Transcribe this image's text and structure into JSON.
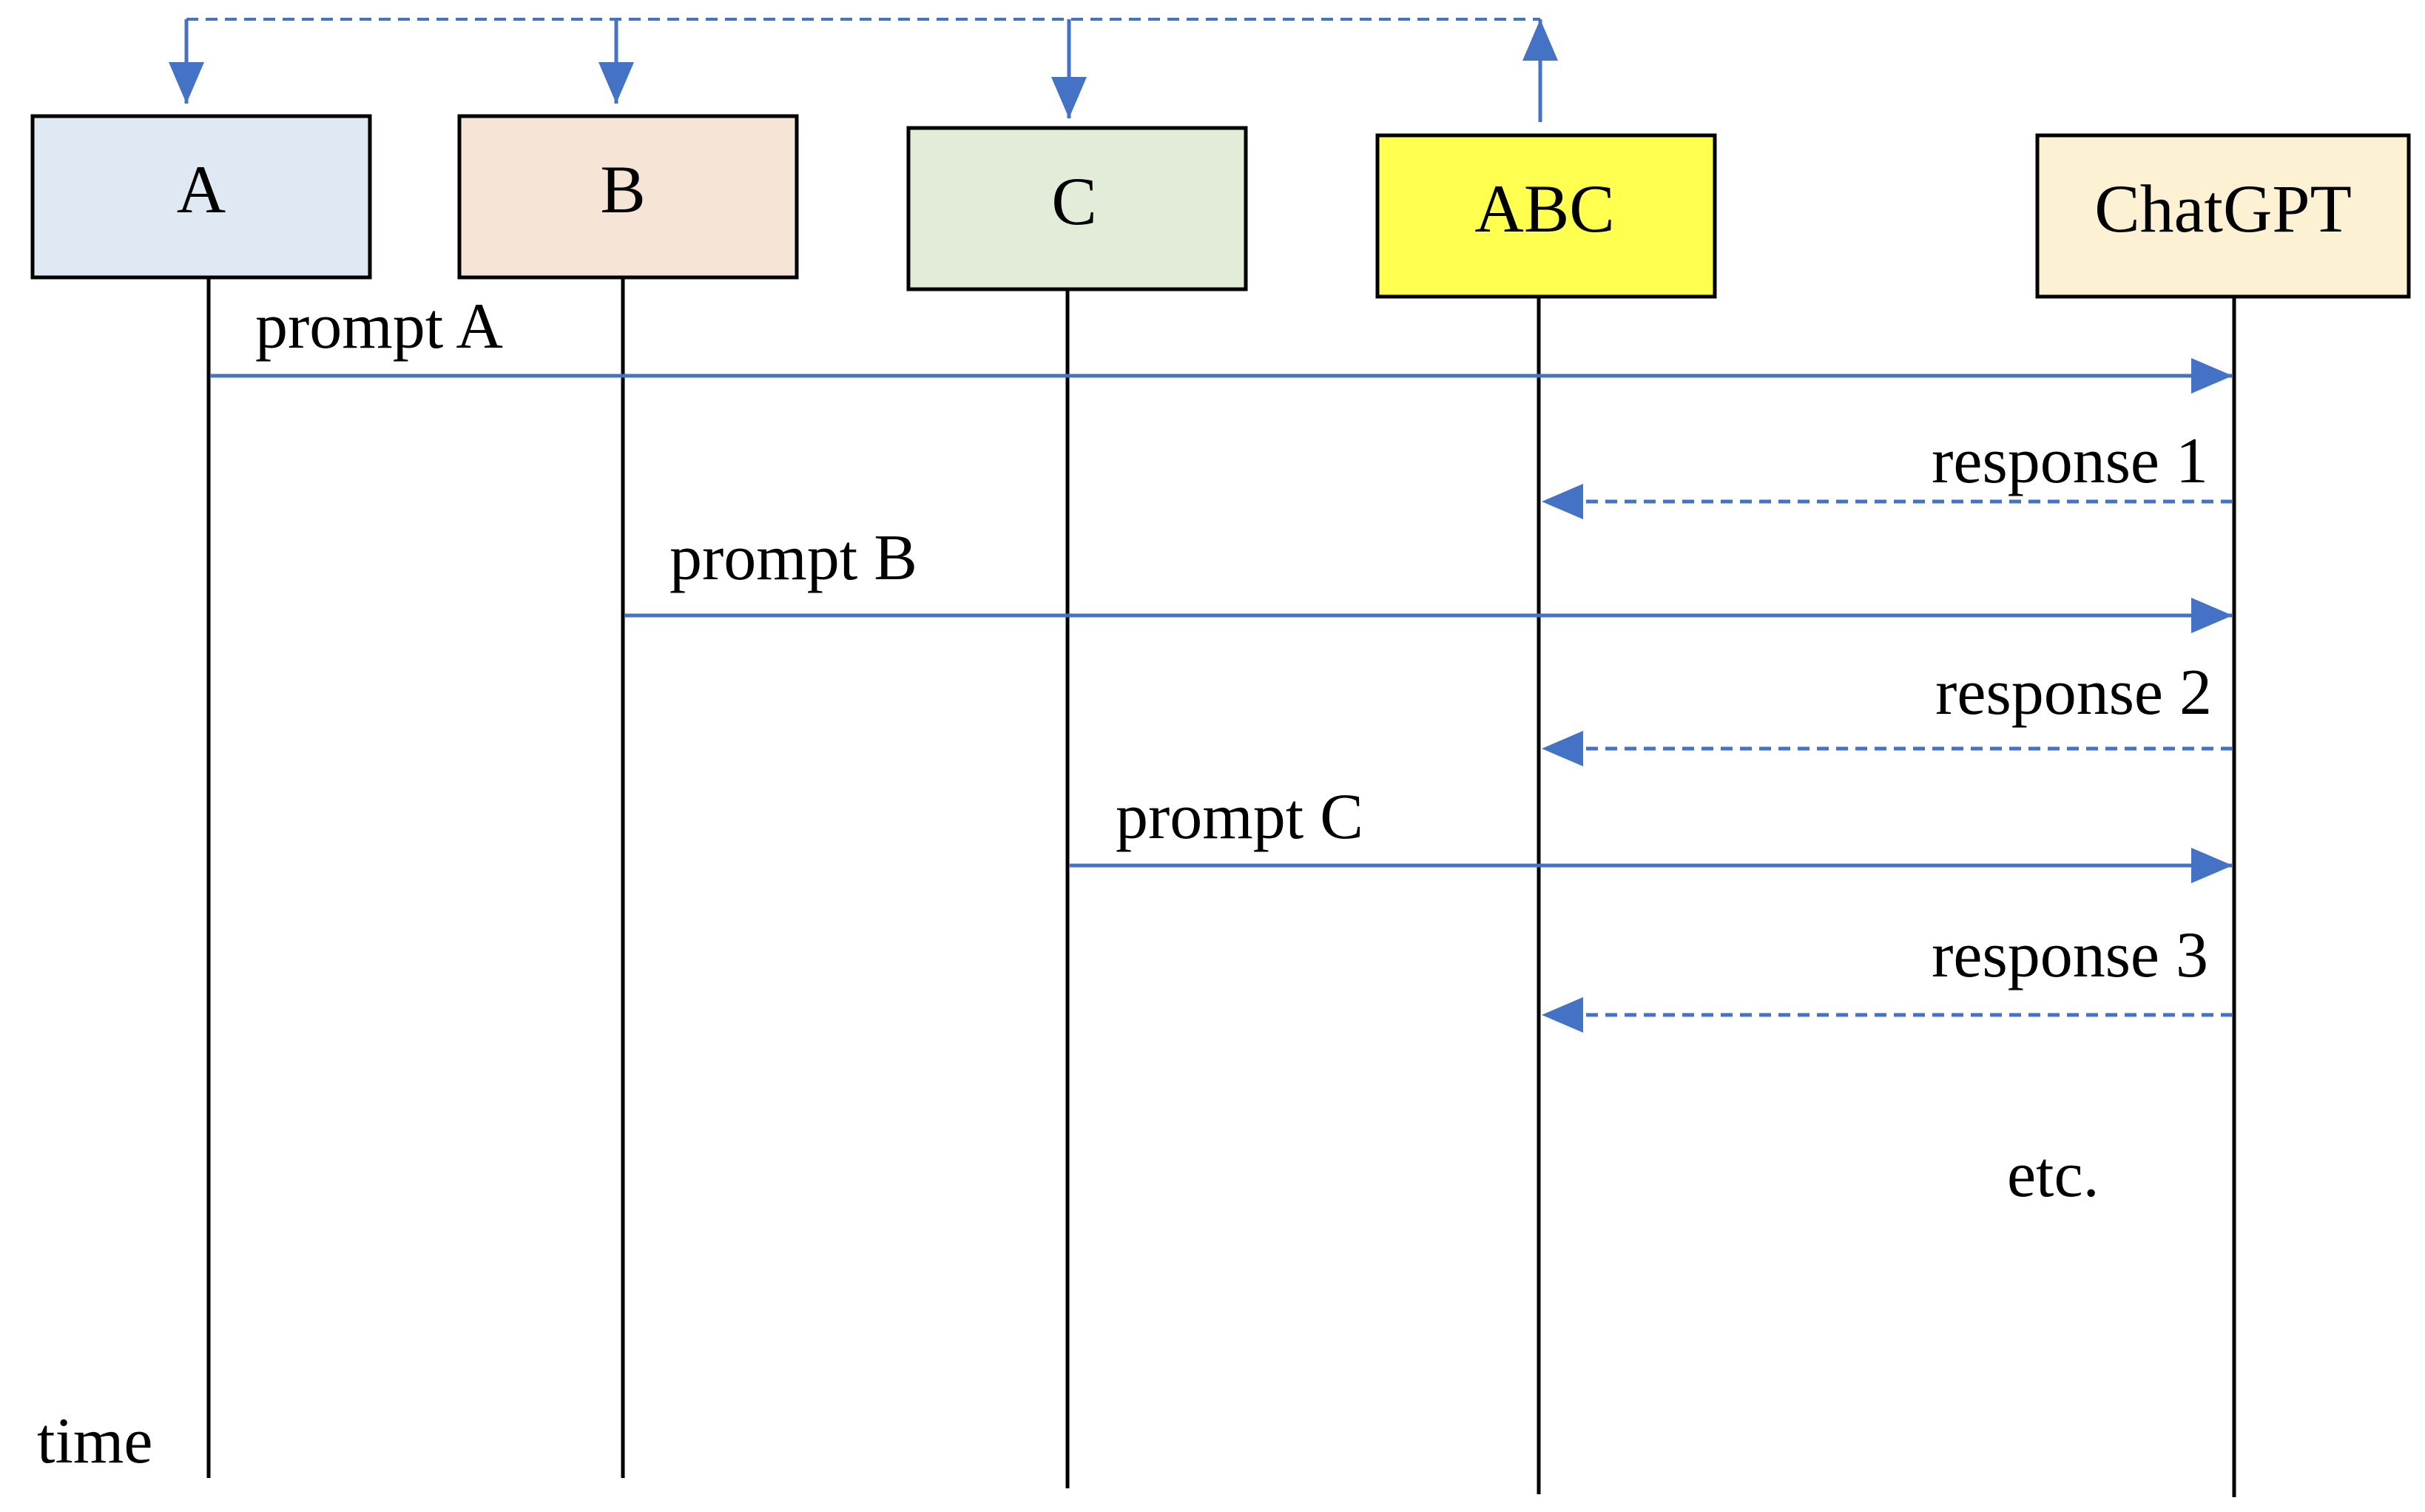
{
  "colors": {
    "arrow": "#4472c4",
    "line": "#000000",
    "box_border": "#000000"
  },
  "participants": [
    {
      "id": "a",
      "label": "A",
      "fill": "#dfe9f4"
    },
    {
      "id": "b",
      "label": "B",
      "fill": "#f6e4d6"
    },
    {
      "id": "c",
      "label": "C",
      "fill": "#e2ecd9"
    },
    {
      "id": "abc",
      "label": "ABC",
      "fill": "#ffff4f"
    },
    {
      "id": "chatgpt",
      "label": "ChatGPT",
      "fill": "#fcf1d3"
    }
  ],
  "messages": [
    {
      "label": "prompt A",
      "from": "A",
      "to": "ChatGPT",
      "style": "solid"
    },
    {
      "label": "response 1",
      "from": "ChatGPT",
      "to": "ABC",
      "style": "dashed"
    },
    {
      "label": "prompt B",
      "from": "B",
      "to": "ChatGPT",
      "style": "solid"
    },
    {
      "label": "response 2",
      "from": "ChatGPT",
      "to": "ABC",
      "style": "dashed"
    },
    {
      "label": "prompt C",
      "from": "C",
      "to": "ChatGPT",
      "style": "solid"
    },
    {
      "label": "response 3",
      "from": "ChatGPT",
      "to": "ABC",
      "style": "dashed"
    }
  ],
  "feedback": {
    "from": "ABC",
    "to": [
      "A",
      "B",
      "C"
    ],
    "style": "dashed"
  },
  "note": "etc.",
  "time_label": "time"
}
